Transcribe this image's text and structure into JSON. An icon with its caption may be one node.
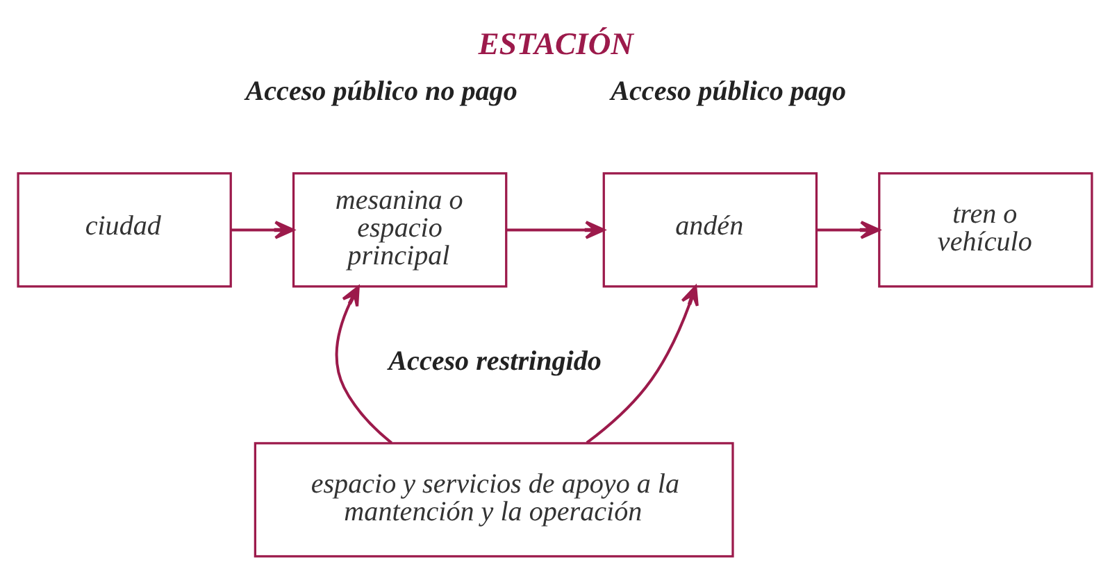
{
  "diagram": {
    "title": "ESTACIÓN",
    "nodes": [
      {
        "text": [
          "ciudad"
        ]
      },
      {
        "text": [
          "mesanina o espacio principal"
        ]
      },
      {
        "text": [
          "andén"
        ]
      },
      {
        "text": [
          "tren o vehículo"
        ]
      },
      {
        "text": [
          "espacio y servicios de apoyo a la mantención y la operación"
        ]
      }
    ],
    "edges": [
      {
        "from": 0,
        "to": 1,
        "arrow": "to"
      },
      {
        "from": 1,
        "to": 2,
        "arrow": "to"
      },
      {
        "from": 2,
        "to": 3,
        "arrow": "to"
      },
      {
        "from": 4,
        "to": 1,
        "arrow": "to"
      },
      {
        "from": 4,
        "to": 2,
        "arrow": "to"
      }
    ],
    "labels": [
      "Acceso público no pago",
      "Acceso público pago",
      "Acceso restringido"
    ]
  }
}
